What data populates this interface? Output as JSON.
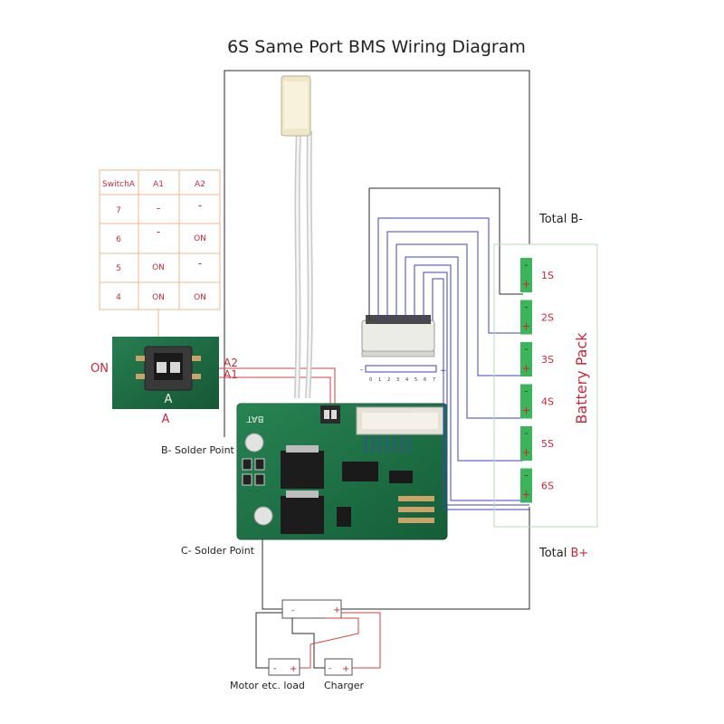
{
  "title": "6S Same Port BMS Wiring Diagram",
  "switch_table": {
    "headers": [
      "SwitchA",
      "A1",
      "A2"
    ],
    "rows": [
      [
        "7",
        "-",
        "-"
      ],
      [
        "6",
        "-",
        "ON"
      ],
      [
        "5",
        "ON",
        "-"
      ],
      [
        "4",
        "ON",
        "ON"
      ]
    ]
  },
  "switch_photo": {
    "on_label": "ON",
    "a_label": "A",
    "board_a": "A"
  },
  "wire_labels": {
    "a2": "A2",
    "a1": "A1",
    "b_solder": "B- Solder Point",
    "c_solder": "C- Solder Point"
  },
  "pcb": {
    "bat_label": "BAT"
  },
  "connector": {
    "pins": [
      "0",
      "1",
      "2",
      "3",
      "4",
      "5",
      "6",
      "7"
    ],
    "minus": "-",
    "plus": "+"
  },
  "battery": {
    "total_minus_label": "Total B-",
    "total_plus_label": "Total ",
    "total_plus_suffix": "B+",
    "pack_label": "Battery Pack",
    "cells": [
      "1S",
      "2S",
      "3S",
      "4S",
      "5S",
      "6S"
    ]
  },
  "load_box": {
    "minus": "-",
    "plus": "+"
  },
  "motor": {
    "label": "Motor etc. load",
    "minus": "-",
    "plus": "+"
  },
  "charger": {
    "label": "Charger",
    "minus": "-",
    "plus": "+"
  },
  "colors": {
    "wire_black": "#2b2b2b",
    "wire_blue": "#3f3fc8",
    "wire_red": "#d04040",
    "accent_red": "#c8283c",
    "cell_green": "#3cb45a",
    "pcb_green": "#1f7a4a",
    "table_border": "#f2b48c"
  }
}
